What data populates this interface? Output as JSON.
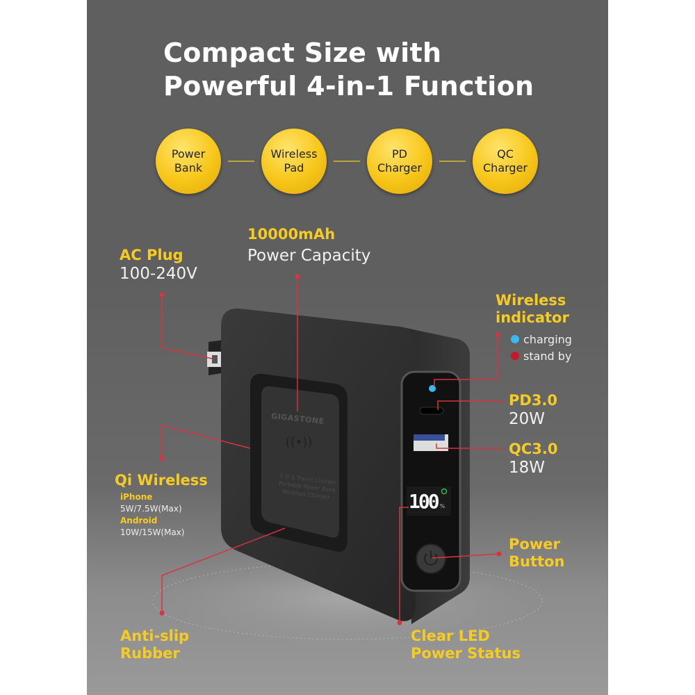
{
  "title": {
    "line1": "Compact Size with",
    "line2": "Powerful 4-in-1 Function"
  },
  "functions": [
    {
      "line1": "Power",
      "line2": "Bank"
    },
    {
      "line1": "Wireless",
      "line2": "Pad"
    },
    {
      "line1": "PD",
      "line2": "Charger"
    },
    {
      "line1": "QC",
      "line2": "Charger"
    }
  ],
  "callouts": {
    "ac_plug": {
      "title": "AC Plug",
      "value": "100-240V"
    },
    "capacity": {
      "title": "10000mAh",
      "value": "Power Capacity"
    },
    "wireless_indicator": {
      "title1": "Wireless",
      "title2": "indicator",
      "charging": "charging",
      "standby": "stand by",
      "charging_color": "#3ab8ef",
      "standby_color": "#c8192a"
    },
    "pd": {
      "title": "PD3.0",
      "value": "20W"
    },
    "qc": {
      "title": "QC3.0",
      "value": "18W"
    },
    "qi": {
      "title": "Qi Wireless",
      "iphone_label": "iPhone",
      "iphone_value": "5W/7.5W(Max)",
      "android_label": "Android",
      "android_value": "10W/15W(Max)"
    },
    "power_button": {
      "line1": "Power",
      "line2": "Button"
    },
    "anti_slip": {
      "line1": "Anti-slip",
      "line2": "Rubber"
    },
    "led": {
      "line1": "Clear LED",
      "line2": "Power Status"
    }
  },
  "device": {
    "brand": "GIGASTONE",
    "pad_text": [
      "3 in 1 Travel Charger",
      "Portable Power Bank",
      "Wireless Charger"
    ],
    "display_value": "100",
    "display_unit": "%"
  },
  "colors": {
    "accent": "#f7cc22",
    "line": "#d9333f",
    "background": "#5f5f5f"
  }
}
